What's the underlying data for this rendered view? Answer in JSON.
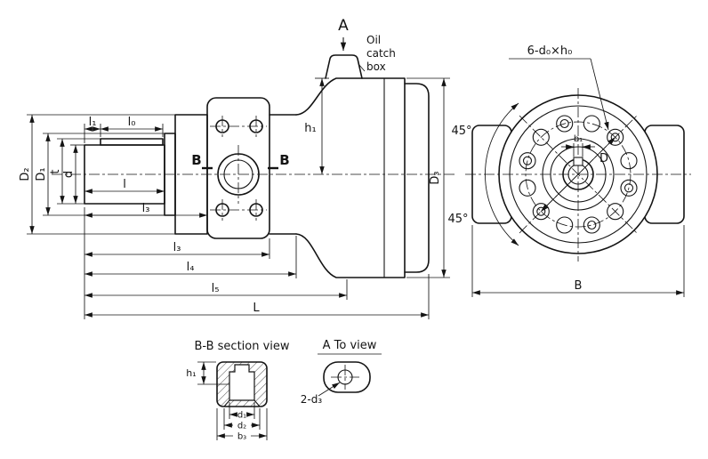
{
  "drawing": {
    "background": "#ffffff",
    "line_color": "#141414"
  },
  "side_view": {
    "view_arrow_label": "A",
    "oil_catch_box": {
      "line1": "Oil",
      "line2": "catch",
      "line3": "box"
    },
    "section_label_left": "B",
    "section_label_right": "B",
    "dim_l1": "l₁",
    "dim_l0": "l₀",
    "dim_l": "l",
    "dim_l3_first": "l₃",
    "dim_l3_second": "l₃",
    "dim_l4": "l₄",
    "dim_l5": "l₅",
    "dim_L": "L",
    "dim_D2": "D₂",
    "dim_D1": "D₁",
    "dim_t": "t",
    "dim_d": "d",
    "dim_h1": "h₁",
    "dim_D3": "D₃"
  },
  "end_view": {
    "holes_note": "6-d₀×h₀",
    "angle_upper": "45°",
    "angle_lower": "45°",
    "dim_b1": "b₁",
    "dim_D": "D",
    "dim_B": "B"
  },
  "section_bb": {
    "title": "B-B section view",
    "dim_h1": "h₁",
    "dim_d1": "d₁",
    "dim_d2": "d₂",
    "dim_b3": "b₃"
  },
  "view_a": {
    "title": "A To view",
    "holes_note": "2-d₃"
  }
}
